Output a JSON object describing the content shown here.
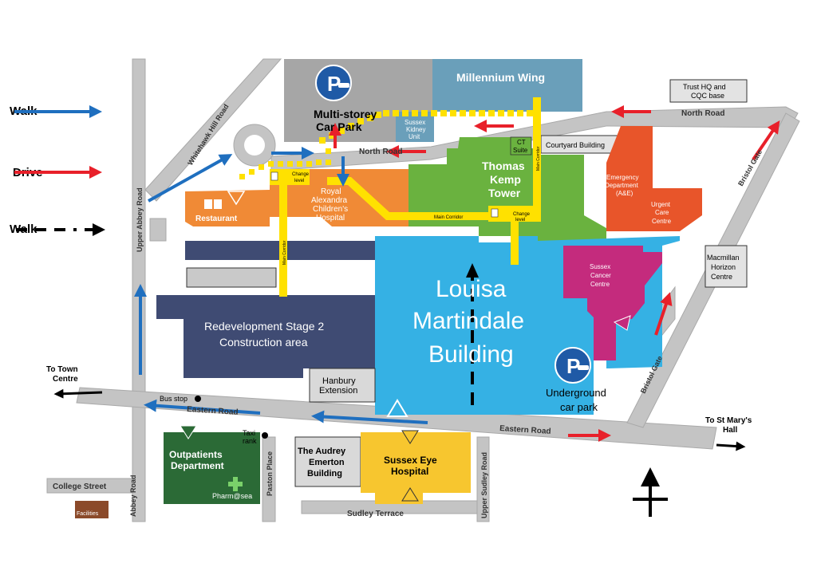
{
  "legend": {
    "walk": "Walk",
    "drive": "Drive",
    "walk_dashed": "Walk",
    "colors": {
      "walk": "#1f6fbf",
      "drive": "#e8202a",
      "walk_dashed": "#000000"
    }
  },
  "buildings": {
    "multi_storey": "Multi-storey Car Park",
    "multi_storey_l1": "Multi-storey",
    "multi_storey_l2": "Car Park",
    "millennium": "Millennium Wing",
    "sussex_kidney_l1": "Sussex",
    "sussex_kidney_l2": "Kidney",
    "sussex_kidney_l3": "Unit",
    "ct_suite_l1": "CT",
    "ct_suite_l2": "Suite",
    "courtyard": "Courtyard Building",
    "trust_hq_l1": "Trust HQ and",
    "trust_hq_l2": "CQC base",
    "thomas_kemp_l1": "Thomas",
    "thomas_kemp_l2": "Kemp",
    "thomas_kemp_l3": "Tower",
    "emergency_l1": "Emergency",
    "emergency_l2": "Department",
    "emergency_l3": "(A&E)",
    "urgent_l1": "Urgent",
    "urgent_l2": "Care",
    "urgent_l3": "Centre",
    "royal_alex_l1": "Royal",
    "royal_alex_l2": "Alexandra",
    "royal_alex_l3": "Children's",
    "royal_alex_l4": "Hospital",
    "restaurant": "Restaurant",
    "louisa_l1": "Louisa",
    "louisa_l2": "Martindale",
    "louisa_l3": "Building",
    "cancer_l1": "Sussex",
    "cancer_l2": "Cancer",
    "cancer_l3": "Centre",
    "macmillan_l1": "Macmillan",
    "macmillan_l2": "Horizon",
    "macmillan_l3": "Centre",
    "redevelopment_l1": "Redevelopment Stage 2",
    "redevelopment_l2": "Construction area",
    "hanbury_l1": "Hanbury",
    "hanbury_l2": "Extension",
    "underground_l1": "Underground",
    "underground_l2": "car park",
    "outpatients_l1": "Outpatients",
    "outpatients_l2": "Department",
    "pharmasea": "Pharm@sea",
    "audrey_l1": "The Audrey",
    "audrey_l2": "Emerton",
    "audrey_l3": "Building",
    "sussex_eye_l1": "Sussex Eye",
    "sussex_eye_l2": "Hospital",
    "facilities": "Facilities"
  },
  "roads": {
    "whitehawk": "Whitehawk Hill Road",
    "upper_abbey": "Upper Abbey Road",
    "north_road": "North Road",
    "north_road_east": "North Road",
    "bristol_gate_ne": "Bristol Gate",
    "bristol_gate_se": "Bristol Gate",
    "eastern_road_w": "Eastern Road",
    "eastern_road_e": "Eastern Road",
    "college_street": "College Street",
    "abbey_road": "Abbey Road",
    "paston_place": "Paston Place",
    "upper_sudley": "Upper Sudley Road",
    "sudley_terrace": "Sudley Terrace"
  },
  "corridors": {
    "change_level_1_l1": "Change",
    "change_level_1_l2": "level",
    "change_level_2_l1": "Change",
    "change_level_2_l2": "level",
    "main_corridor_h": "Main Corridor",
    "main_corridor_v": "Main Corridor",
    "main_corridor_r": "Main Corridor"
  },
  "places": {
    "town_l1": "To Town",
    "town_l2": "Centre",
    "st_marys_l1": "To St Mary's",
    "st_marys_l2": "Hall",
    "bus_stop": "Bus stop",
    "taxi_l1": "Taxi",
    "taxi_l2": "rank"
  },
  "icons": [
    "parking-icon",
    "car-icon",
    "north-arrow-icon",
    "entrance-triangle-icon",
    "pharmacy-cross-icon",
    "toilet-icon",
    "cafe-icon"
  ],
  "colors": {
    "road": "#c4c4c4",
    "car_park": "#a6a6a6",
    "millennium": "#6a9fba",
    "thomas_kemp": "#6ab23f",
    "emergency": "#e8552a",
    "royal_alex": "#f08a36",
    "louisa": "#35b1e4",
    "cancer": "#c42b7d",
    "redevelopment": "#3f4b73",
    "outpatients": "#2b6a36",
    "sussex_eye": "#f7c62f",
    "corridor": "#ffe100",
    "parking": "#1f5aa6"
  }
}
